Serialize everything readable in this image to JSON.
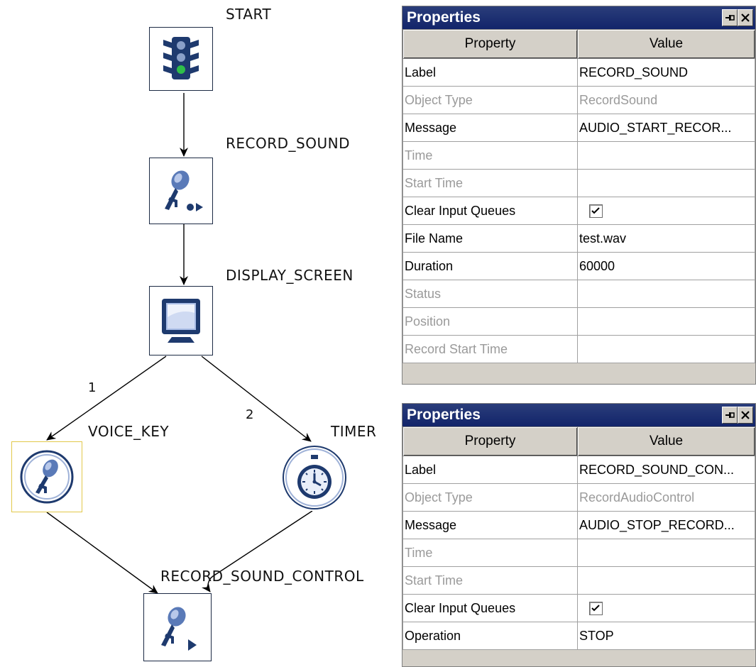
{
  "flow": {
    "nodes": {
      "start": {
        "label": "START",
        "icon": "traffic-light-icon"
      },
      "record_sound": {
        "label": "RECORD_SOUND",
        "icon": "microphone-record-icon"
      },
      "display_screen": {
        "label": "DISPLAY_SCREEN",
        "icon": "monitor-icon"
      },
      "voice_key": {
        "label": "VOICE_KEY",
        "icon": "microphone-icon"
      },
      "timer": {
        "label": "TIMER",
        "icon": "stopwatch-icon"
      },
      "record_sound_control": {
        "label": "RECORD_SOUND_CONTROL",
        "icon": "microphone-play-icon"
      }
    },
    "edges": {
      "branch_1": "1",
      "branch_2": "2"
    }
  },
  "panels": [
    {
      "title": "Properties",
      "pin_icon": "pin-icon",
      "close_icon": "close-icon",
      "headers": {
        "property": "Property",
        "value": "Value"
      },
      "rows": [
        {
          "property": "Label",
          "value": "RECORD_SOUND",
          "dim": false
        },
        {
          "property": "Object Type",
          "value": "RecordSound",
          "dim": true
        },
        {
          "property": "Message",
          "value": "AUDIO_START_RECOR...",
          "dim": false
        },
        {
          "property": "Time",
          "value": "",
          "dim": true
        },
        {
          "property": "Start Time",
          "value": "",
          "dim": true
        },
        {
          "property": "Clear Input Queues",
          "value": "",
          "checkbox": true,
          "checked": true,
          "dim": false
        },
        {
          "property": "File Name",
          "value": "test.wav",
          "dim": false
        },
        {
          "property": "Duration",
          "value": "60000",
          "dim": false
        },
        {
          "property": "Status",
          "value": "",
          "dim": true
        },
        {
          "property": "Position",
          "value": "",
          "dim": true
        },
        {
          "property": "Record Start Time",
          "value": "",
          "dim": true
        }
      ]
    },
    {
      "title": "Properties",
      "pin_icon": "pin-icon",
      "close_icon": "close-icon",
      "headers": {
        "property": "Property",
        "value": "Value"
      },
      "rows": [
        {
          "property": "Label",
          "value": "RECORD_SOUND_CON...",
          "dim": false
        },
        {
          "property": "Object Type",
          "value": "RecordAudioControl",
          "dim": true
        },
        {
          "property": "Message",
          "value": "AUDIO_STOP_RECORD...",
          "dim": false
        },
        {
          "property": "Time",
          "value": "",
          "dim": true
        },
        {
          "property": "Start Time",
          "value": "",
          "dim": true
        },
        {
          "property": "Clear Input Queues",
          "value": "",
          "checkbox": true,
          "checked": true,
          "dim": false
        },
        {
          "property": "Operation",
          "value": "STOP",
          "dim": false
        }
      ]
    }
  ],
  "colors": {
    "titlebar": "#12246a",
    "dim_text": "#9a9a9a",
    "icon_blue": "#1e3a6e",
    "selection": "#e2c84a"
  }
}
